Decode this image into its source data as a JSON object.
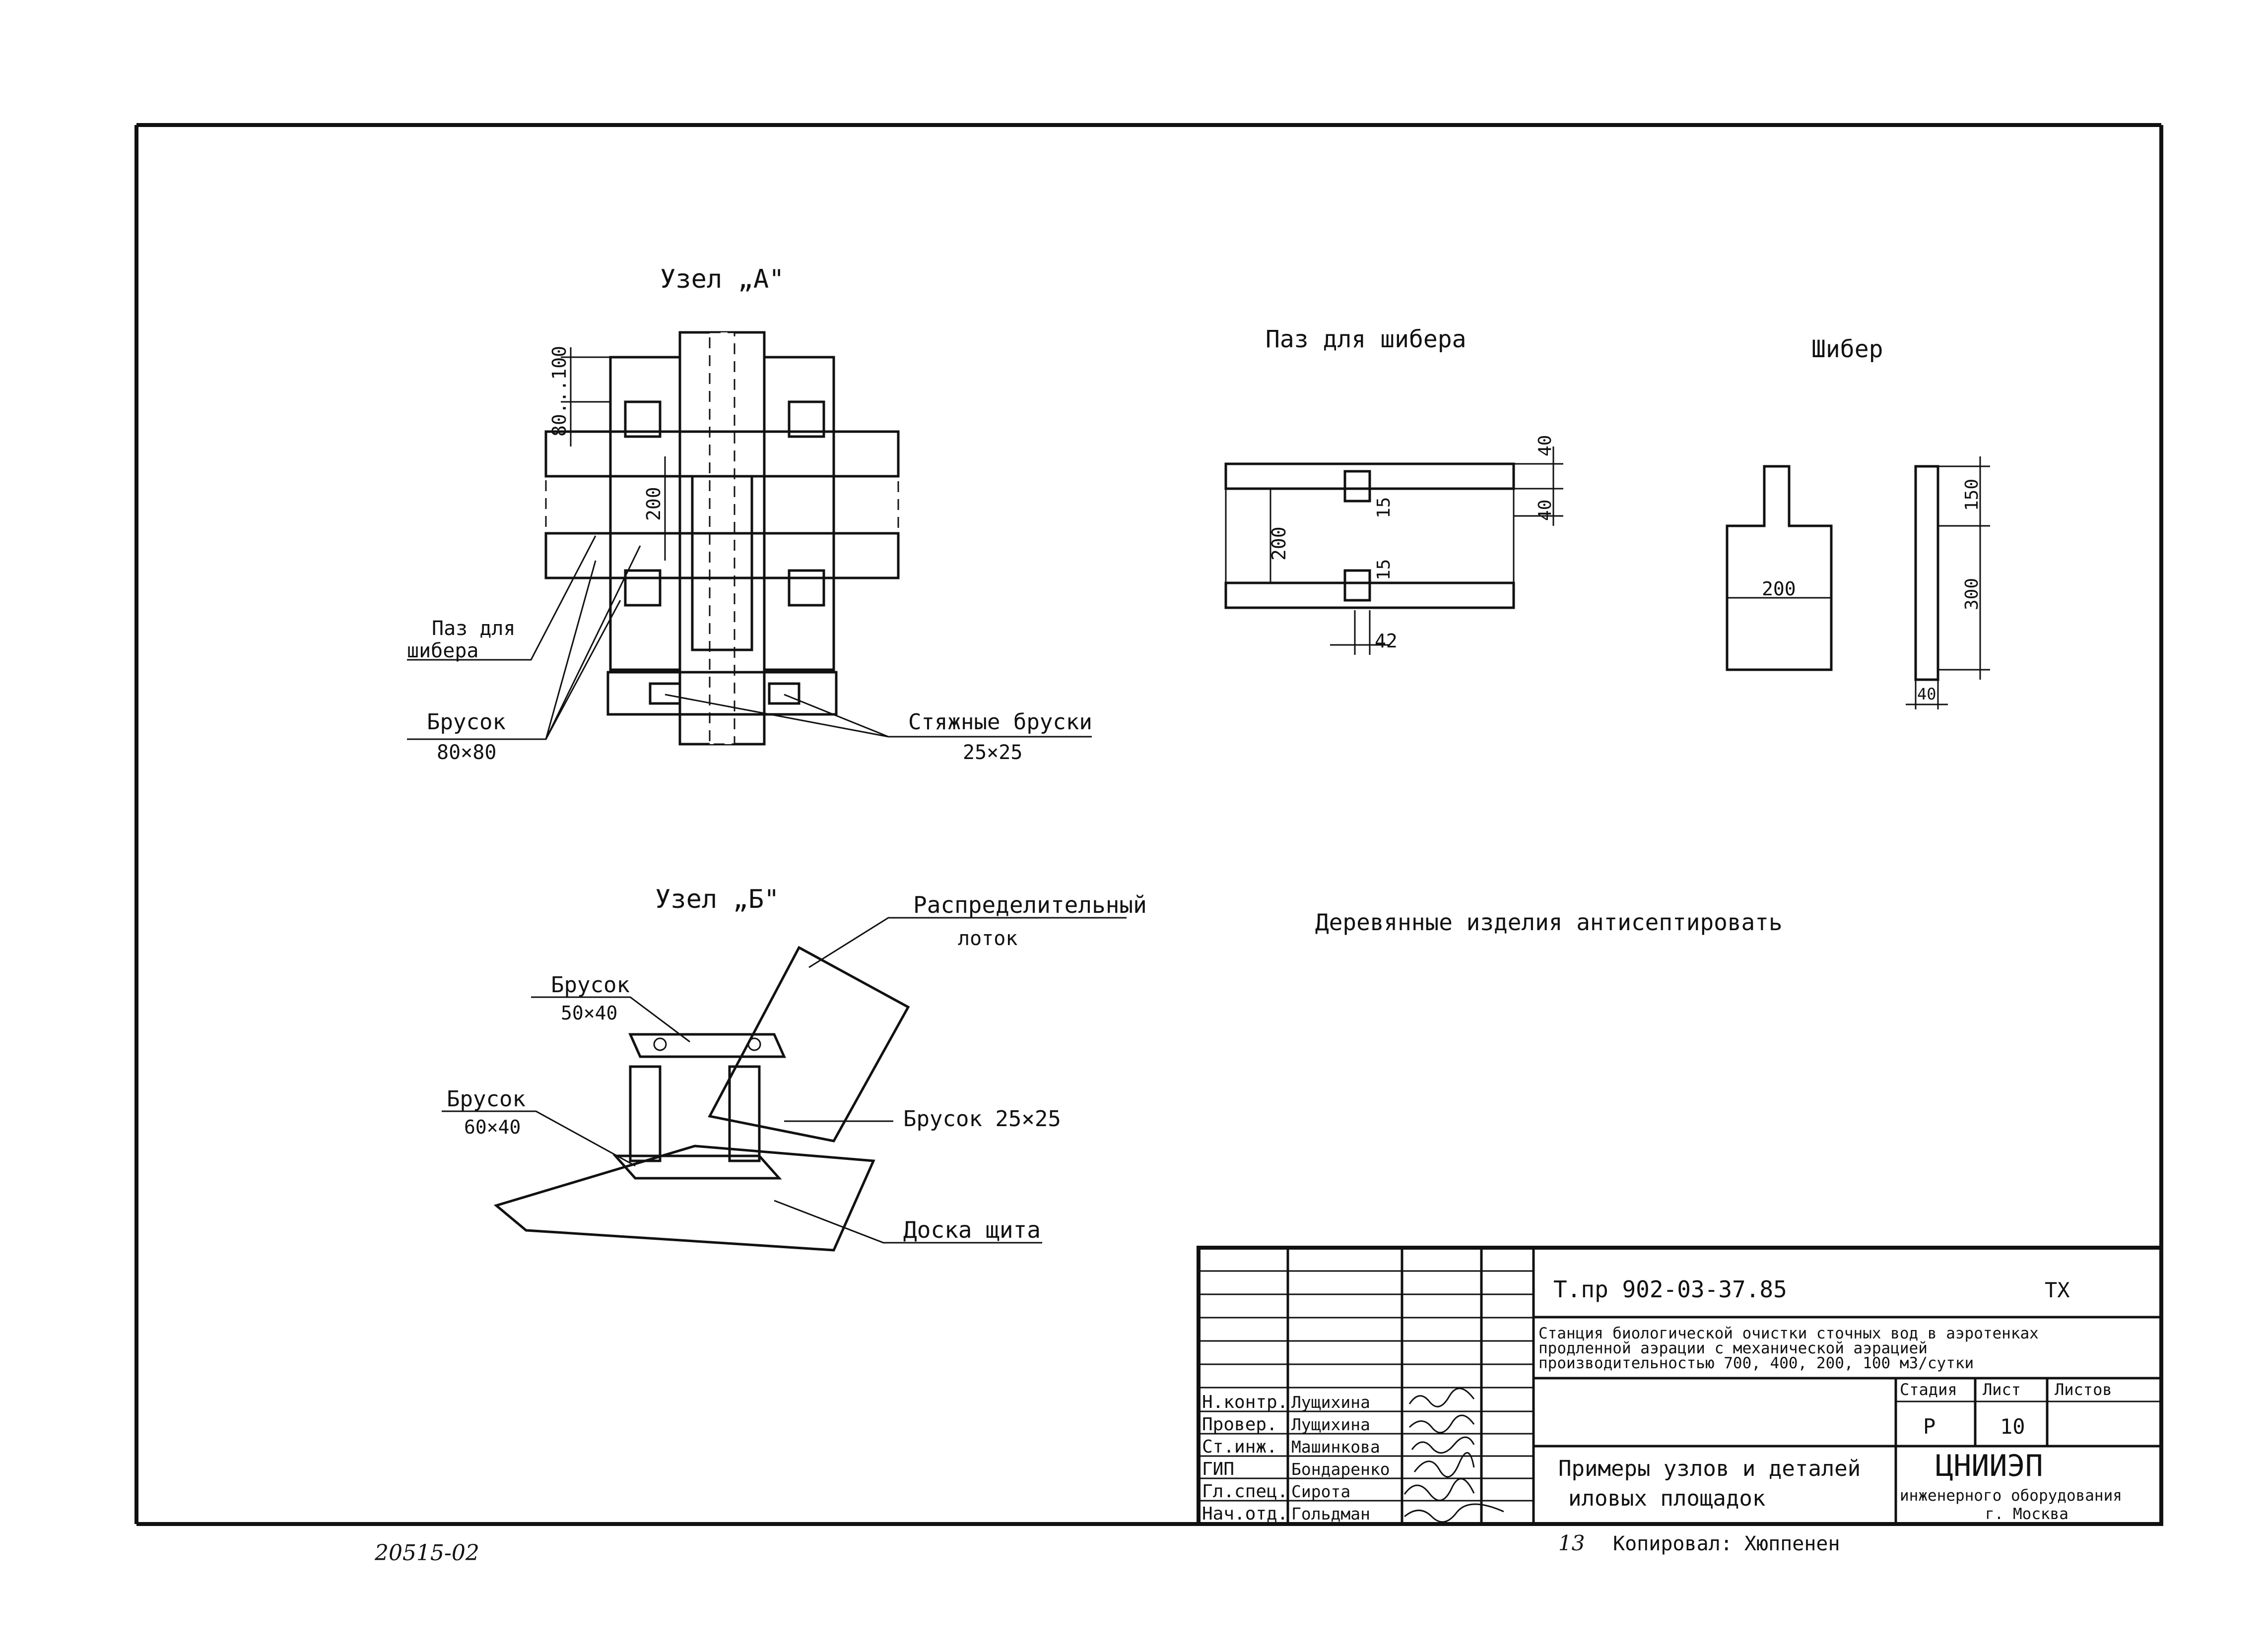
{
  "node_a": {
    "title": "Узел „А\"",
    "dims": {
      "d80_100": "80...100",
      "d200": "200"
    },
    "label_groove": [
      "Паз для",
      "шибера"
    ],
    "label_bar": "Брусок",
    "label_bar_size": "80×80",
    "label_tie": "Стяжные бруски",
    "label_tie_size": "25×25"
  },
  "groove": {
    "title": "Паз для шибера",
    "dims": {
      "d40a": "40",
      "d40b": "40",
      "d15a": "15",
      "d15b": "15",
      "d200": "200",
      "d42": "42"
    }
  },
  "gate": {
    "title": "Шибер",
    "dims": {
      "d200": "200",
      "d150": "150",
      "d300": "300",
      "d40": "40"
    }
  },
  "node_b": {
    "title": "Узел „Б\"",
    "label_tray": "Распределительный",
    "label_tray2": "лоток",
    "label_bar1": "Брусок",
    "label_bar1_size": "50×40",
    "label_bar2": "Брусок",
    "label_bar2_size": "60×40",
    "label_bar3": "Брусок 25×25",
    "label_board": "Доска щита"
  },
  "note": "Деревянные изделия антисептировать",
  "title_block": {
    "code": "Т.пр 902-03-37.85",
    "mark": "ТХ",
    "project": [
      "Станция биологической очистки сточных вод в аэротенках",
      "продленной аэрации с механической аэрацией",
      "производительностью 700, 400, 200, 100 м3/сутки"
    ],
    "headers": {
      "stage": "Стадия",
      "sheet": "Лист",
      "sheets": "Листов"
    },
    "values": {
      "stage": "Р",
      "sheet": "10"
    },
    "sheet_title": [
      "Примеры узлов и деталей",
      "иловых площадок"
    ],
    "org": "ЦНИИЭП",
    "org_sub": "инженерного оборудования",
    "org_city": "г. Москва",
    "staff": [
      {
        "role": "Н.контр.",
        "name": "Лущихина"
      },
      {
        "role": "Провер.",
        "name": "Лущихина"
      },
      {
        "role": "Ст.инж.",
        "name": "Машинкова"
      },
      {
        "role": "ГИП",
        "name": "Бондаренко"
      },
      {
        "role": "Гл.спец.",
        "name": "Сирота"
      },
      {
        "role": "Нач.отд.",
        "name": "Гольдман"
      }
    ]
  },
  "footer": {
    "number": "20515-02",
    "page": "13",
    "copied": "Копировал: Хюппенен"
  }
}
